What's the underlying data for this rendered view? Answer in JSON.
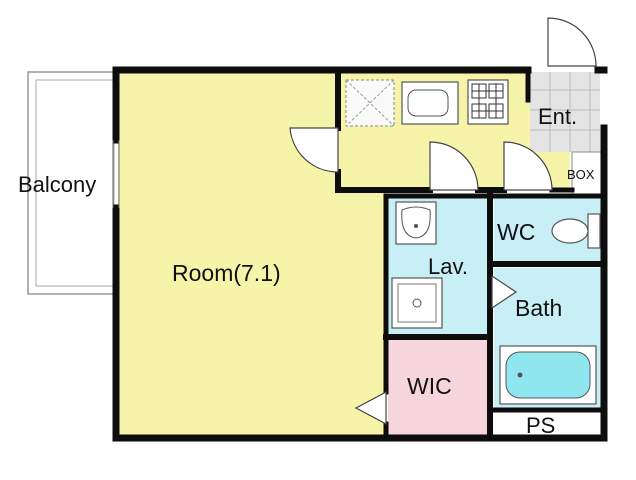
{
  "rooms": {
    "balcony": "Balcony",
    "room": "Room(7.1)",
    "entrance": "Ent.",
    "box": "BOX",
    "wc": "WC",
    "lavatory": "Lav.",
    "bath": "Bath",
    "wic": "WIC",
    "ps": "PS"
  },
  "colors": {
    "room_fill": "#f6f4a8",
    "kitchen_fill": "#f6f4a8",
    "wet_area_fill": "#c8eef6",
    "wic_fill": "#f6d6dc",
    "entrance_fill": "#e4e4e4",
    "wall": "#0d0d0d",
    "fixture": "#555555"
  },
  "icons": {
    "stove": "gas-stove-icon",
    "sink": "kitchen-sink-icon",
    "fridge_space": "fridge-space-icon",
    "washbasin": "washbasin-icon",
    "washer_pan": "washing-machine-pan-icon",
    "toilet": "toilet-icon",
    "bathtub": "bathtub-icon"
  }
}
